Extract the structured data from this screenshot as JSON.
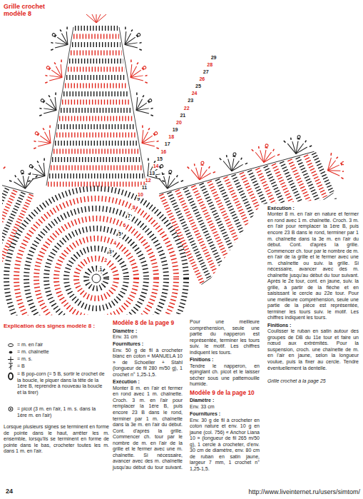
{
  "diagram": {
    "title": "Grille crochet modèle 8",
    "labels": [
      "1",
      "2",
      "3",
      "4",
      "5",
      "6",
      "7",
      "8",
      "9",
      "10",
      "11",
      "12",
      "13",
      "14",
      "15",
      "16",
      "17",
      "18",
      "19",
      "20",
      "21",
      "22",
      "23",
      "24",
      "25",
      "26",
      "27",
      "28",
      "29",
      "Explication des signes modèle 8 :",
      "Lorsque plusieurs signes se terminent en forme de pointe dans le haut, arrêter les m. ensemble, lorsqu'ils se terminent en forme de pointe dans le bas, crocheter toutes les m. dans 1 m. en l'air.",
      "24",
      "Modèle 8 de la page 9",
      "Diamètre :",
      "Env. 31 cm",
      "Fournitures :",
      "Env. 50 g de fil à crocheter blanc en coton « MANUELA 10 » de Schoeller + Stahl (longueur de fil 280 m/50 g), 1 crochet n° 1,25-1,5.",
      "Exécution :",
      "Monter 8 m. en l'air et fermer en rond avec 1 m. chaînette. Croch. 3 m. en l'air pour remplacer la 1ère B, puis encore 23 B dans le rond, terminer par 1 m. chaînette dans la 3e m. en l'air du début. Cont. d'après la grille. Commencer ch. tour par le nombre de m. en l'air de la grille et le fermer avec une m. chaînette. Si nécessaire, avancer avec des m. chaînette jusqu'au début du tour suivant. Pour une meilleure compréhension, seule une partie du napperon est représentée, terminer les tours suiv. le motif. Les chiffres indiquent les tours.",
      "Finitions :",
      "Tendre le napperon, en épinglant ch. picot et le laisser sécher sous une pattemouille humide.",
      "Modèle 9 de la page 10",
      "Diamètre :",
      "Env. 33 cm",
      "Fournitures :",
      "Env. 30 g de fil à crocheter en coton nature et env. 10 g en jaune (col. 756) « Anchor Liana 10 » (longueur de fil 265 m/50 g), 1 cercle à crocheter, d'env. 30 cm de diamètre, env. 80 cm de ruban en satin jaune, largeur 7 mm, 1 crochet n° 1,25-1,5.",
      "Exécution :",
      "Monter 8 m. en l'air en nature et fermer en rond avec 1 m. chaînette. Croch. 3 m. en l'air pour remplacer la 1ère B, puis encore 23 B dans le rond, terminer par 1 m. chaînette dans la 3e m. en l'air du début. Cont. d'après la grille. Commencer ch. tour par le nombre de m. en l'air de la grille et le fermer avec une m. chaînette ou suiv. la grille. Si nécessaire, avancer avec des m. chaînette jusqu'au début du tour suivant. Après le 2e tour, cont. en jaune, suiv. la grille, à partir de la flèche et en saisissant le cercle au 22e tour. Pour une meilleure compréhension, seule une partie de la pièce est représentée, terminer les tours suiv. le motif. Les chiffres indiquent les tours.",
      "Finitions :",
      "Coulisser le ruban en satin autour des groupes de DB du 11e tour et faire un nœud aux extrémités. Pour la suspension, croch. une chaînette de m. en l'air en jaune, selon la longueur voulue, puis la fixer au cercle. Tendre éventuellement la dentelle.",
      "Grille crochet à la page 25",
      "http://www.liveinternet.ru/users/simtom/"
    ],
    "legend": [
      {
        "text": "= m. en l'air"
      },
      {
        "text": "= m. chaînette"
      },
      {
        "text": "= m. s."
      },
      {
        "text": "= B"
      },
      {
        "text": "= B pop-corn (= 5 B, sortir le crochet de la boucle, le piquer dans la tête de la 1ère B, reprendre à nouveau la boucle et la tirer)"
      },
      {
        "text": "= picot (3 m. en l'air, 1 m. s. dans la 1ère m. en l'air)"
      }
    ]
  }
}
